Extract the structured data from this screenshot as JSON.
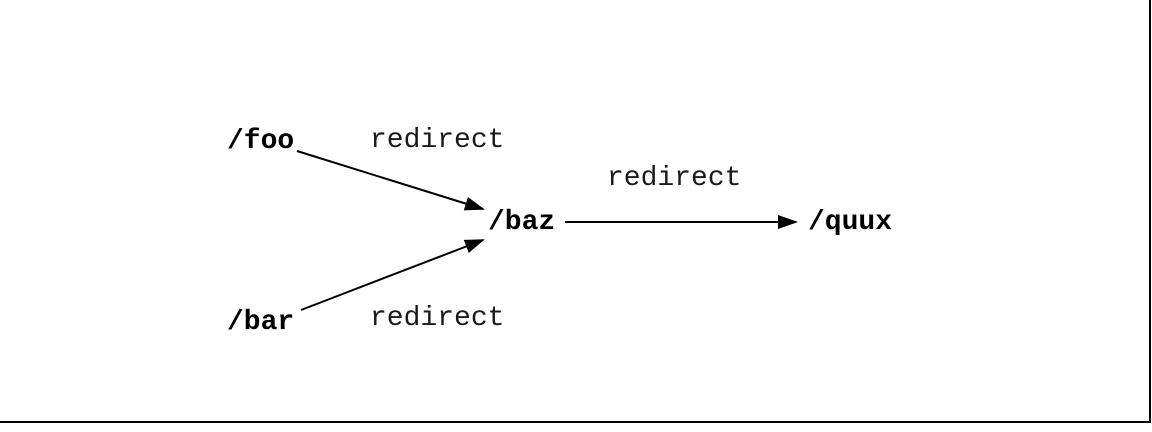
{
  "diagram": {
    "background_color": "#ffffff",
    "line_color": "#000000",
    "nodes": [
      {
        "id": "foo",
        "label": "/foo"
      },
      {
        "id": "bar",
        "label": "/bar"
      },
      {
        "id": "baz",
        "label": "/baz"
      },
      {
        "id": "quux",
        "label": "/quux"
      }
    ],
    "edges": [
      {
        "from": "/foo",
        "to": "/baz",
        "label": "redirect"
      },
      {
        "from": "/bar",
        "to": "/baz",
        "label": "redirect"
      },
      {
        "from": "/baz",
        "to": "/quux",
        "label": "redirect"
      }
    ]
  }
}
